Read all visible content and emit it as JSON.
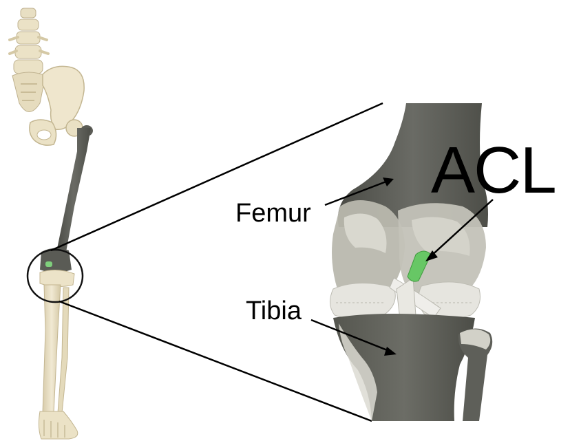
{
  "labels": {
    "acl": "ACL",
    "femur": "Femur",
    "tibia": "Tibia"
  },
  "colors": {
    "bone": "#ece3c8",
    "bone_shadow": "#cfc3a0",
    "highlight_bone": "#5f605b",
    "highlight_bone_dark": "#45463f",
    "ligament": "#e4e4e2",
    "acl": "#67c765",
    "line": "#000000"
  }
}
